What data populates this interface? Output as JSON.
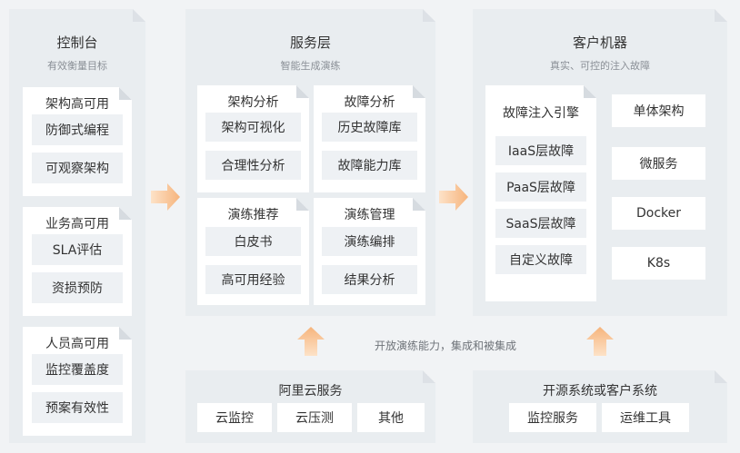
{
  "control": {
    "title": "控制台",
    "subtitle": "有效衡量目标",
    "groups": [
      {
        "title": "架构高可用",
        "items": [
          "防御式编程",
          "可观察架构"
        ]
      },
      {
        "title": "业务高可用",
        "items": [
          "SLA评估",
          "资损预防"
        ]
      },
      {
        "title": "人员高可用",
        "items": [
          "监控覆盖度",
          "预案有效性"
        ]
      }
    ]
  },
  "service": {
    "title": "服务层",
    "subtitle": "智能生成演练",
    "groups": [
      {
        "title": "架构分析",
        "items": [
          "架构可视化",
          "合理性分析"
        ]
      },
      {
        "title": "故障分析",
        "items": [
          "历史故障库",
          "故障能力库"
        ]
      },
      {
        "title": "演练推荐",
        "items": [
          "白皮书",
          "高可用经验"
        ]
      },
      {
        "title": "演练管理",
        "items": [
          "演练编排",
          "结果分析"
        ]
      }
    ]
  },
  "client": {
    "title": "客户机器",
    "subtitle": "真实、可控的注入故障",
    "engine": {
      "title": "故障注入引擎",
      "items": [
        "IaaS层故障",
        "PaaS层故障",
        "SaaS层故障",
        "自定义故障"
      ]
    },
    "targets": [
      "单体架构",
      "微服务",
      "Docker",
      "K8s"
    ]
  },
  "caption": "开放演练能力，集成和被集成",
  "aliyun": {
    "title": "阿里云服务",
    "items": [
      "云监控",
      "云压测",
      "其他"
    ]
  },
  "opensource": {
    "title": "开源系统或客户系统",
    "items": [
      "监控服务",
      "运维工具"
    ]
  },
  "colors": {
    "arrow": "#f8c08e",
    "panel": "#e9edf0",
    "chip": "#eef1f4"
  }
}
